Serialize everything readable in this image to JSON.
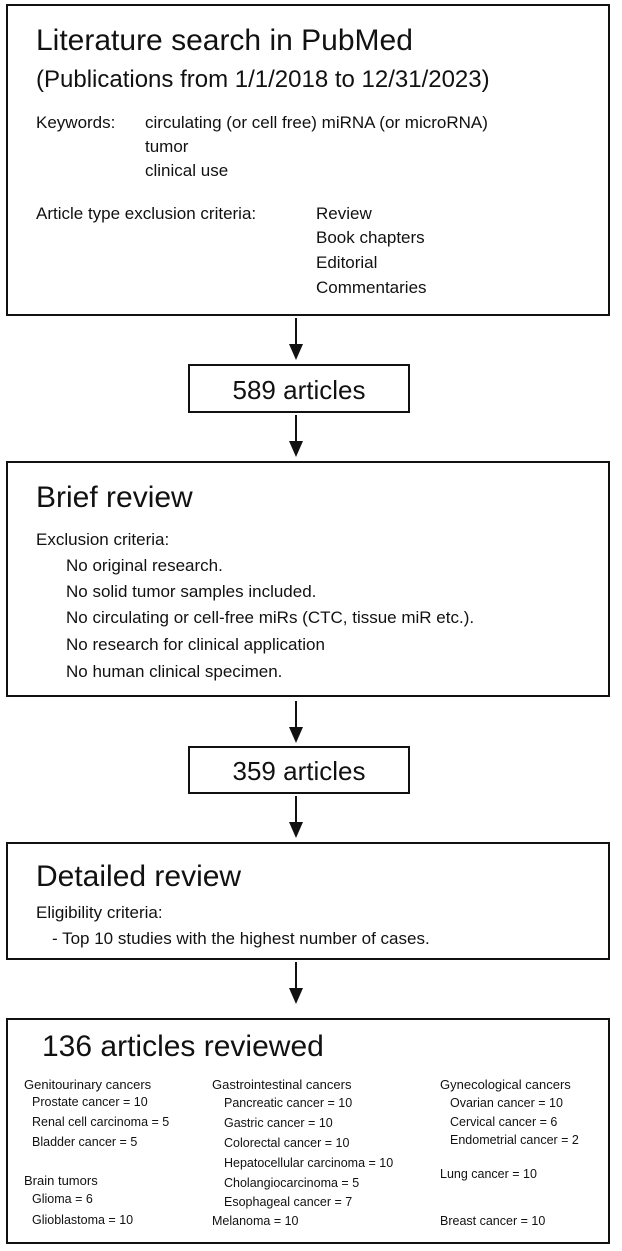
{
  "search": {
    "title": "Literature search in PubMed",
    "subtitle": "(Publications from 1/1/2018 to 12/31/2023)",
    "keywords_label": "Keywords:",
    "keywords": [
      "circulating (or cell free) miRNA (or microRNA)",
      "tumor",
      "clinical use"
    ],
    "exclusion_label": "Article type exclusion criteria:",
    "exclusion_types": [
      "Review",
      "Book chapters",
      "Editorial",
      "Commentaries"
    ]
  },
  "count1": "589 articles",
  "brief": {
    "title": "Brief review",
    "criteria_label": "Exclusion criteria:",
    "criteria": [
      "No original research.",
      "No solid tumor samples included.",
      "No circulating or cell-free miRs (CTC, tissue miR etc.).",
      "No research for clinical application",
      "No human clinical specimen."
    ]
  },
  "count2": "359 articles",
  "detailed": {
    "title": "Detailed review",
    "criteria_label": "Eligibility criteria:",
    "criteria": [
      "- Top 10 studies with the highest number of cases."
    ]
  },
  "final": {
    "title": "136 articles reviewed",
    "genitourinary": {
      "heading": "Genitourinary cancers",
      "items": [
        "Prostate cancer = 10",
        "Renal cell carcinoma = 5",
        "Bladder cancer = 5"
      ]
    },
    "brain": {
      "heading": "Brain tumors",
      "items": [
        "Glioma = 6",
        "Glioblastoma = 10"
      ]
    },
    "gastrointestinal": {
      "heading": "Gastrointestinal cancers",
      "items": [
        "Pancreatic cancer = 10",
        "Gastric cancer = 10",
        "Colorectal cancer = 10",
        "Hepatocellular carcinoma = 10",
        "Cholangiocarcinoma = 5",
        "Esophageal cancer = 7"
      ]
    },
    "melanoma": "Melanoma = 10",
    "gynecological": {
      "heading": "Gynecological cancers",
      "items": [
        "Ovarian cancer = 10",
        "Cervical cancer = 6",
        "Endometrial cancer = 2"
      ]
    },
    "lung": "Lung cancer = 10",
    "breast": "Breast cancer = 10"
  }
}
